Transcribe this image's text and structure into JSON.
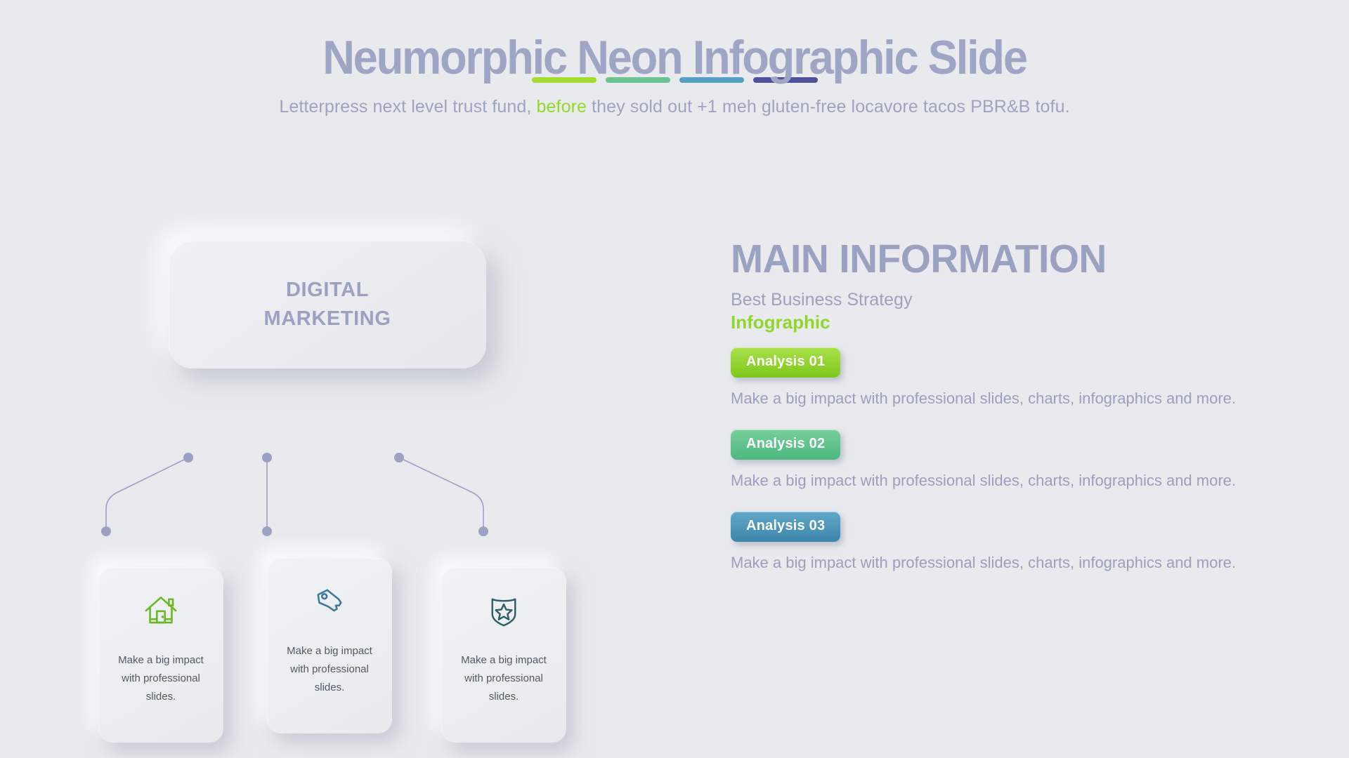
{
  "header": {
    "title": "Neumorphic Neon Infographic Slide",
    "rules": [
      "#a5dc32",
      "#69c491",
      "#54a0c4",
      "#4e529b"
    ],
    "subtitle_part1": "Letterpress next level trust fund, ",
    "subtitle_highlight": "before",
    "subtitle_part2": " they sold out +1 meh gluten-free locavore tacos PBR&B tofu."
  },
  "diagram": {
    "hero_line1": "DIGITAL",
    "hero_line2": "MARKETING",
    "connector_color": "#9aa1c2",
    "nodes": [
      {
        "icon": "house-icon",
        "icon_color": "#6cb724",
        "text": "Make a big impact with professional slides."
      },
      {
        "icon": "key-icon",
        "icon_color": "#3d7c9c",
        "text": "Make a big impact with professional slides."
      },
      {
        "icon": "shield-star-icon",
        "icon_color": "#2f5f66",
        "text": "Make a big impact with professional slides."
      }
    ]
  },
  "info": {
    "heading": "MAIN INFORMATION",
    "subheading": "Best Business Strategy",
    "accent_word": "Infographic",
    "accent_color": "#8fd62e",
    "items": [
      {
        "badge": "Analysis 01",
        "badge_from": "#a9e04a",
        "badge_to": "#7dc81b",
        "text": "Make a big impact with professional slides, charts, infographics and more."
      },
      {
        "badge": "Analysis 02",
        "badge_from": "#77cf9b",
        "badge_to": "#4db87e",
        "text": "Make a big impact with professional slides, charts, infographics and more."
      },
      {
        "badge": "Analysis 03",
        "badge_from": "#5fa8c8",
        "badge_to": "#3d86ab",
        "text": "Make a big impact with professional slides, charts, infographics and more."
      }
    ]
  }
}
